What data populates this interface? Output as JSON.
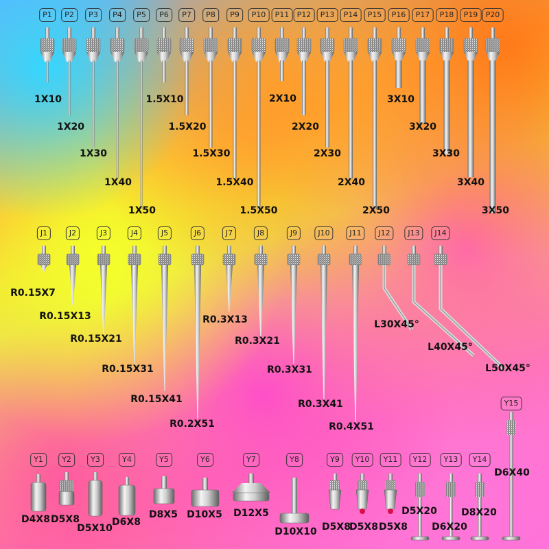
{
  "rows": {
    "P": {
      "codes": [
        "P1",
        "P2",
        "P3",
        "P4",
        "P5",
        "P6",
        "P7",
        "P8",
        "P9",
        "P10",
        "P11",
        "P12",
        "P13",
        "P14",
        "P15",
        "P16",
        "P17",
        "P18",
        "P19",
        "P20"
      ],
      "sizes": [
        "1X10",
        "1X20",
        "1X30",
        "1X40",
        "1X50",
        "1.5X10",
        "1.5X20",
        "1.5X30",
        "1.5X40",
        "1.5X50",
        "2X10",
        "2X20",
        "2X30",
        "2X40",
        "2X50",
        "3X10",
        "3X20",
        "3X30",
        "3X40",
        "3X50"
      ]
    },
    "J": {
      "codes": [
        "J1",
        "J2",
        "J3",
        "J4",
        "J5",
        "J6",
        "J7",
        "J8",
        "J9",
        "J10",
        "J11",
        "J12",
        "J13",
        "J14"
      ],
      "sizes": [
        "R0.15X7",
        "R0.15X13",
        "R0.15X21",
        "R0.15X31",
        "R0.15X41",
        "R0.2X51",
        "R0.3X13",
        "R0.3X21",
        "R0.3X31",
        "R0.3X41",
        "R0.4X51",
        "L30X45°",
        "L40X45°",
        "L50X45°"
      ]
    },
    "Y": {
      "codes": [
        "Y1",
        "Y2",
        "Y3",
        "Y4",
        "Y5",
        "Y6",
        "Y7",
        "Y8",
        "Y9",
        "Y10",
        "Y11",
        "Y12",
        "Y13",
        "Y14",
        "Y15"
      ],
      "sizes": [
        "D4X8",
        "D5X8",
        "D5X10",
        "D6X8",
        "D8X5",
        "D10X5",
        "D12X5",
        "D10X10",
        "D5X8",
        "D5X8",
        "D5X8",
        "D5X20",
        "D6X20",
        "D8X20",
        "D6X40"
      ]
    }
  }
}
